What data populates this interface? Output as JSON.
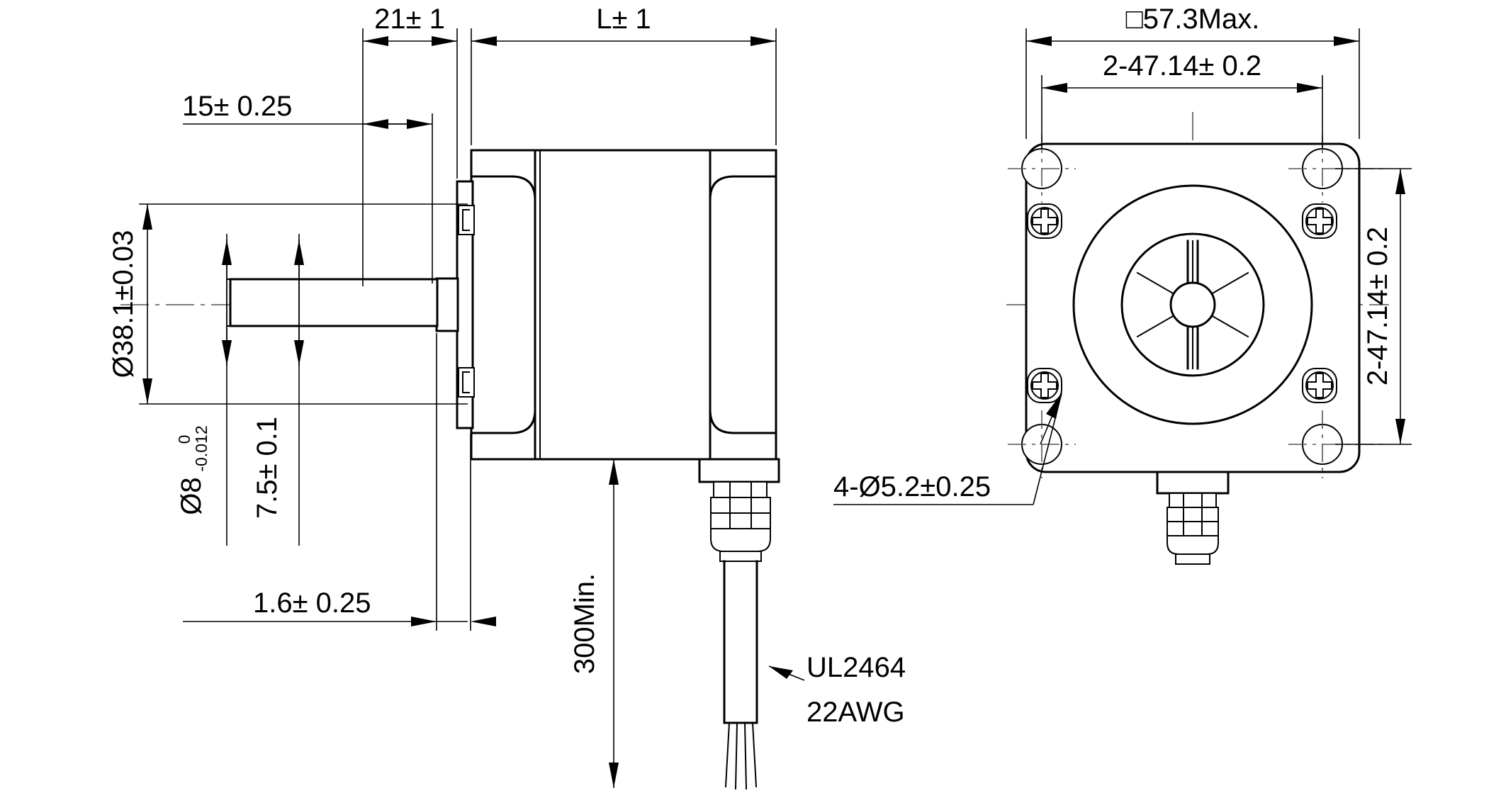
{
  "drawing": {
    "title": "Stepper Motor Outline Dimension Drawing",
    "units": "mm",
    "line_color": "#000000",
    "center_line_color": "#555555",
    "background": "#ffffff"
  },
  "side_view": {
    "name": "side-view",
    "dimensions": {
      "shaft_flat_length": "21± 1",
      "body_length": "L± 1",
      "shaft_length": "15± 0.25",
      "pilot_diameter": "Ø38.1±0.03",
      "shaft_diameter_main": "Ø8",
      "shaft_tol_upper": "0",
      "shaft_tol_lower": "-0.012",
      "flat_depth": "7.5± 0.1",
      "pilot_height": "1.6± 0.25",
      "lead_length": "300Min."
    },
    "callouts": {
      "cable_line1": "UL2464",
      "cable_line2": "22AWG"
    }
  },
  "front_view": {
    "name": "front-view",
    "dimensions": {
      "body_square": "□57.3Max.",
      "bolt_circle_horizontal": "2-47.14± 0.2",
      "bolt_circle_vertical": "2-47.14± 0.2",
      "mounting_hole": "4-Ø5.2±0.25"
    }
  },
  "labels": [
    {
      "id": "dim-21",
      "text": "21± 1"
    },
    {
      "id": "dim-L",
      "text": "L± 1"
    },
    {
      "id": "dim-15",
      "text": "15± 0.25"
    },
    {
      "id": "dim-38-1",
      "text": "Ø38.1±0.03"
    },
    {
      "id": "dim-d8",
      "text": "Ø8"
    },
    {
      "id": "dim-d8-tol-up",
      "text": "0"
    },
    {
      "id": "dim-d8-tol-lo",
      "text": "-0.012"
    },
    {
      "id": "dim-7-5",
      "text": "7.5± 0.1"
    },
    {
      "id": "dim-1-6",
      "text": "1.6± 0.25"
    },
    {
      "id": "dim-300min",
      "text": "300Min."
    },
    {
      "id": "dim-ul2464",
      "text": "UL2464"
    },
    {
      "id": "dim-22awg",
      "text": "22AWG"
    },
    {
      "id": "dim-57-3",
      "text": "□57.3Max."
    },
    {
      "id": "dim-4714-h",
      "text": "2-47.14± 0.2"
    },
    {
      "id": "dim-4714-v",
      "text": "2-47.14± 0.2"
    },
    {
      "id": "dim-5-2",
      "text": "4-Ø5.2±0.25"
    }
  ]
}
